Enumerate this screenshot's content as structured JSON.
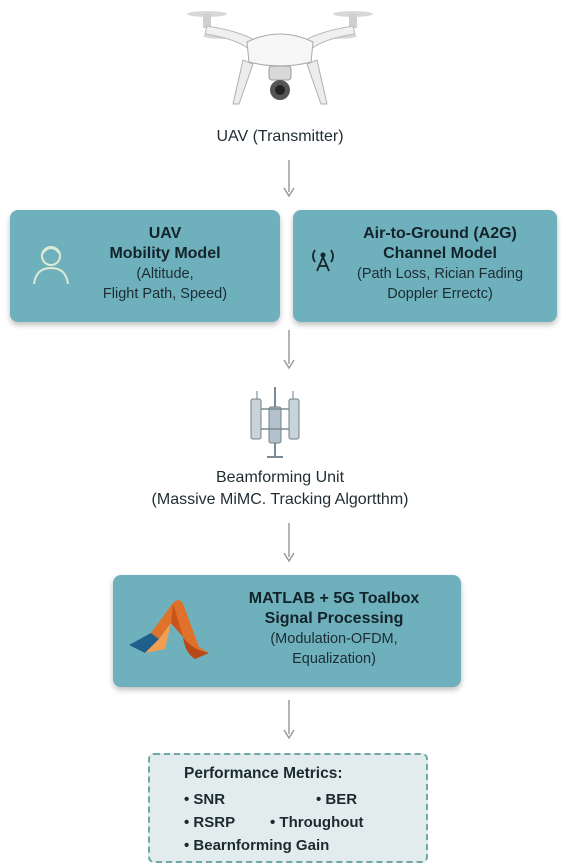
{
  "uav": {
    "label": "UAV (Transmitter)"
  },
  "mobility": {
    "title_line1": "UAV",
    "title_line2": "Mobility Model",
    "sub_line1": "(Altitude,",
    "sub_line2": "Flight Path, Speed)"
  },
  "channel": {
    "title_line1": "Air-to-Ground (A2G)",
    "title_line2": "Channel Model",
    "sub_line1": "(Path Loss, Rician Fading",
    "sub_line2": "Doppler Errectc)"
  },
  "beamforming": {
    "line1": "Beamforming Unit",
    "line2": "(Massive MiMC. Tracking Algortthm)"
  },
  "matlab": {
    "title_line1": "MATLAB + 5G Toalbox",
    "title_line2": "Signal Processing",
    "sub_line1": "(Modulation-OFDM,",
    "sub_line2": "Equalization)"
  },
  "metrics": {
    "title": "Performance Metrics:",
    "items": [
      "• SNR",
      "• BER",
      "• RSRP",
      "• Throughout",
      "• Bearnforming Gain"
    ]
  },
  "colors": {
    "box": "#6fb0bd",
    "metrics_bg": "#e3ecec",
    "arrow": "#9a9a9a"
  },
  "icons": [
    "drone-icon",
    "person-icon",
    "antenna-icon",
    "tower-icon",
    "matlab-logo-icon"
  ]
}
